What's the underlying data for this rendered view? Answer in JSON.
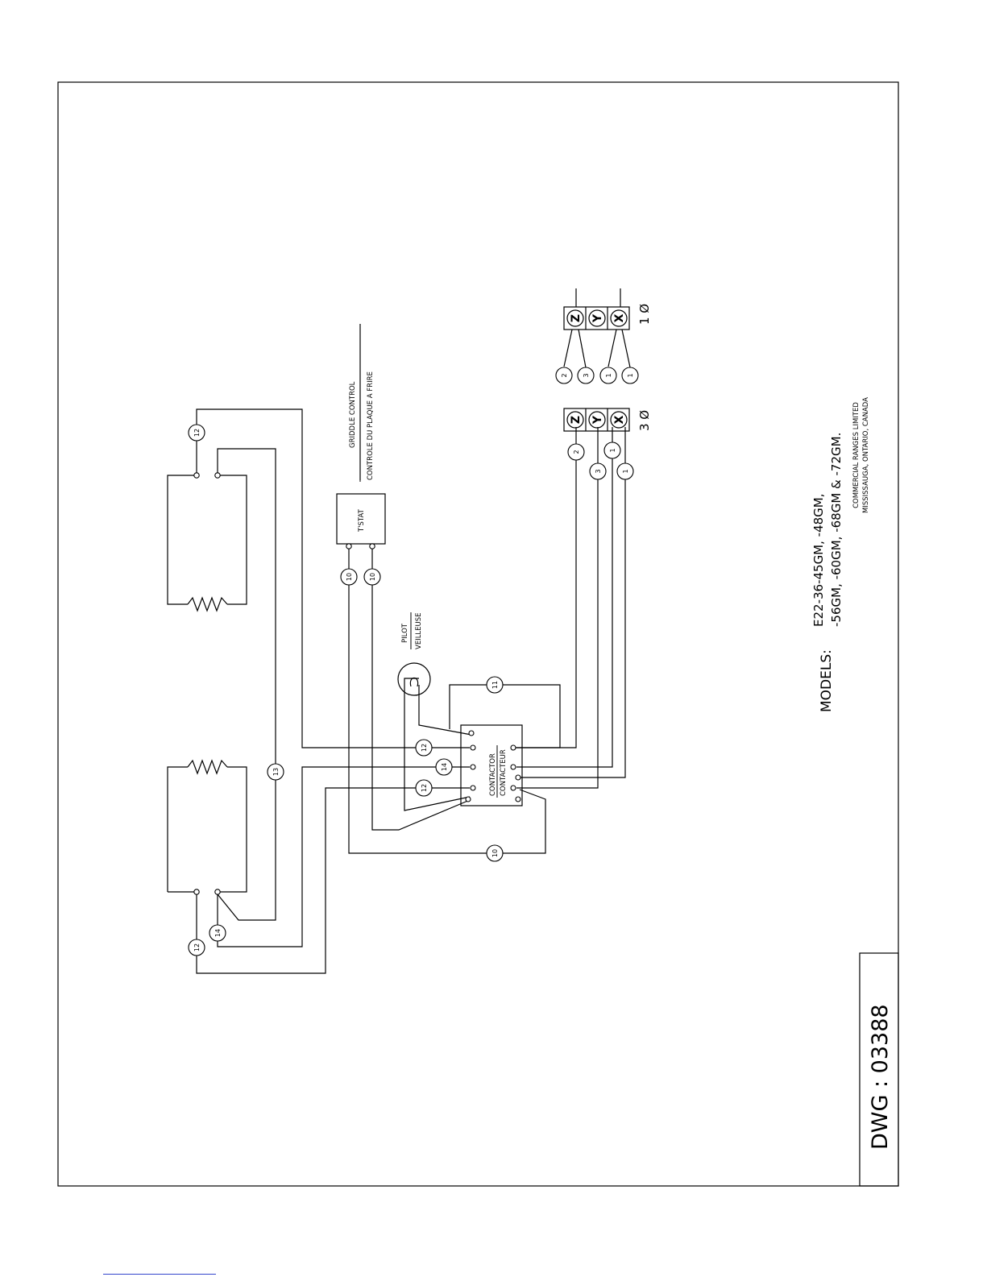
{
  "drawing": {
    "number": "DWG : 03388",
    "griddle_control_en": "GRIDDLE CONTROL",
    "griddle_control_fr": "CONTROLE DU PLAQUE A FRIRE",
    "tstat": "T'STAT",
    "pilot_en": "PILOT",
    "pilot_fr": "VEILLEUSE",
    "contactor_en": "CONTACTOR",
    "contactor_fr": "CONTACTEUR",
    "models_label": "MODELS:",
    "models_line1": "E22-36-45GM, -48GM,",
    "models_line2": "-56GM, -60GM, -68GM & -72GM.",
    "company": "COMMERCIAL RANGES LIMITED",
    "location": "MISSISSAUGA, ONTARIO, CANADA",
    "three_phase": "3 Ø",
    "single_phase": "1 Ø",
    "terminal_letters": [
      "Z",
      "Y",
      "X"
    ],
    "wire_tags": {
      "t12_top": "12",
      "t13": "13",
      "t12_bottom": "12",
      "t14_bottom": "14",
      "t10_a": "10",
      "t10_b": "10",
      "t11": "11",
      "t12_c1": "12",
      "t14_c": "14",
      "t12_c2": "12",
      "t10_bottom": "10",
      "t3ph_2": "2",
      "t3ph_3": "3",
      "t3ph_1a": "1",
      "t3ph_1b": "1",
      "t1ph_2": "2",
      "t1ph_3": "3",
      "t1ph_1a": "1",
      "t1ph_1b": "1"
    }
  }
}
